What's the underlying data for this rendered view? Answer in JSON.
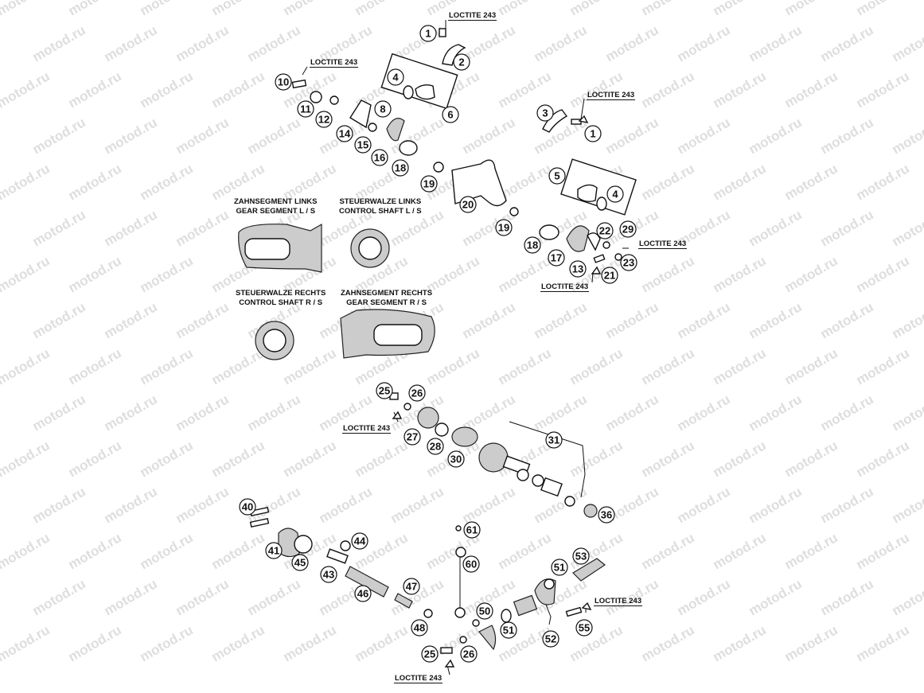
{
  "watermark": "motod.ru",
  "loctite_label": "LOCTITE 243",
  "inset_labels": {
    "gear_segment_left": [
      "ZAHNSEGMENT LINKS",
      "GEAR SEGMENT L / S"
    ],
    "control_shaft_left": [
      "STEUERWALZE LINKS",
      "CONTROL SHAFT L / S"
    ],
    "control_shaft_right": [
      "STEUERWALZE RECHTS",
      "CONTROL SHAFT R / S"
    ],
    "gear_segment_right": [
      "ZAHNSEGMENT RECHTS",
      "GEAR SEGMENT R / S"
    ]
  },
  "callouts": [
    "1",
    "2",
    "4",
    "6",
    "10",
    "11",
    "12",
    "8",
    "14",
    "15",
    "16",
    "18",
    "3",
    "1",
    "5",
    "4",
    "19",
    "20",
    "19",
    "18",
    "17",
    "22",
    "13",
    "29",
    "23",
    "21",
    "25",
    "26",
    "27",
    "28",
    "30",
    "31",
    "36",
    "40",
    "41",
    "45",
    "43",
    "44",
    "46",
    "47",
    "61",
    "60",
    "48",
    "50",
    "25",
    "26",
    "51",
    "52",
    "53",
    "51",
    "55"
  ]
}
